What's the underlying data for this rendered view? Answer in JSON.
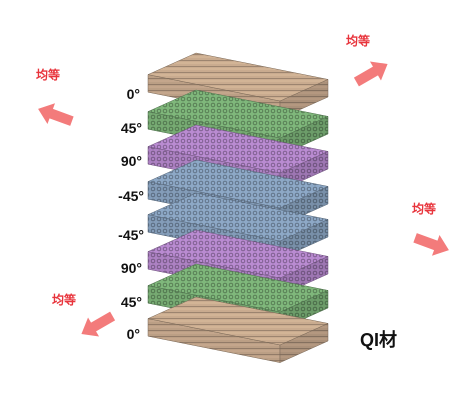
{
  "material_label": "QI材",
  "plies": [
    {
      "angle": "0°",
      "color": "#c9ab8f"
    },
    {
      "angle": "45°",
      "color": "#7fb77b"
    },
    {
      "angle": "90°",
      "color": "#b98bd1"
    },
    {
      "angle": "-45°",
      "color": "#8da8c6"
    },
    {
      "angle": "-45°",
      "color": "#8da8c6"
    },
    {
      "angle": "90°",
      "color": "#b98bd1"
    },
    {
      "angle": "45°",
      "color": "#7fb77b"
    },
    {
      "angle": "0°",
      "color": "#c9ab8f"
    }
  ],
  "arrows": [
    {
      "label": "均等",
      "direction": "up-left"
    },
    {
      "label": "均等",
      "direction": "up-right"
    },
    {
      "label": "均等",
      "direction": "right"
    },
    {
      "label": "均等",
      "direction": "down-left"
    }
  ],
  "arrow_color": "#f37b7b"
}
